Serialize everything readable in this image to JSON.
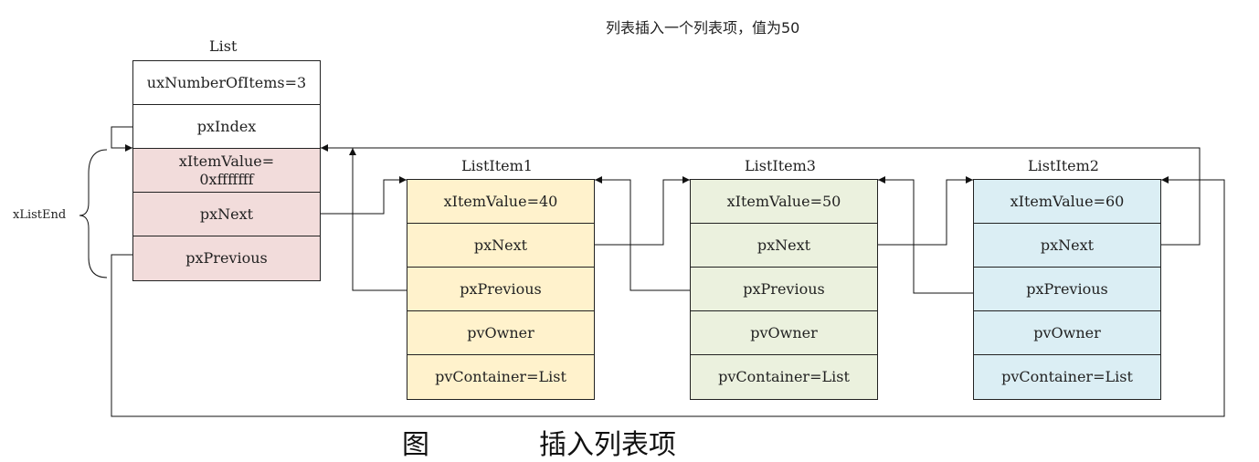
{
  "title": "列表插入一个列表项，值为50",
  "list": {
    "label": "List",
    "fields": [
      "uxNumberOfItems=3",
      "pxIndex"
    ],
    "end_fields": [
      "xItemValue=\n0xfffffff",
      "pxNext",
      "pxPrevious"
    ],
    "end_label": "xListEnd"
  },
  "items": [
    {
      "label": "ListItem1",
      "fields": [
        "xItemValue=40",
        "pxNext",
        "pxPrevious",
        "pvOwner",
        "pvContainer=List"
      ],
      "color": "#fff2cc"
    },
    {
      "label": "ListItem3",
      "fields": [
        "xItemValue=50",
        "pxNext",
        "pxPrevious",
        "pvOwner",
        "pvContainer=List"
      ],
      "color": "#ebf1de"
    },
    {
      "label": "ListItem2",
      "fields": [
        "xItemValue=60",
        "pxNext",
        "pxPrevious",
        "pvOwner",
        "pvContainer=List"
      ],
      "color": "#dbeef4"
    }
  ],
  "caption_partial": "图　　　　插入列表项"
}
